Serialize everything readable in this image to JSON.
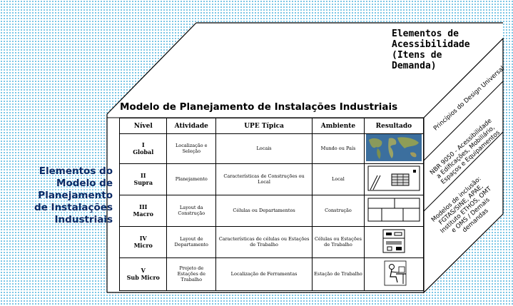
{
  "diagram": {
    "left_label_lines": [
      "Elementos do",
      "Modelo de",
      "Planejamento",
      "de Instalações",
      "Industriais"
    ],
    "accessibility_title_lines": [
      "Elementos de",
      "Acessibilidade",
      "(Itens de",
      "Demanda)"
    ],
    "model_title": "Modelo de Planejamento de Instalações Industriais",
    "side_items": [
      {
        "lines": [
          "Princípios do Design Universal"
        ]
      },
      {
        "lines": [
          "NBR 9050 - Acessibilidade",
          "a Edificações, Mobiliário,",
          "Espaços e Equipamentos"
        ]
      },
      {
        "lines": [
          "Modelos de inclusão:",
          "FGTAS/SINE, APAE,",
          "Instituto ETHOS, OMT",
          "e OMS / Demais",
          "demandas"
        ]
      }
    ],
    "table": {
      "headers": [
        "Nível",
        "Atividade",
        "UPE Típica",
        "Ambiente",
        "Resultado"
      ],
      "rows": [
        {
          "level_num": "I",
          "level_name": "Global",
          "atividade": "Localização e Seleção",
          "upe": "Locais",
          "ambiente": "Mundo ou País",
          "result_icon": "world-map-icon"
        },
        {
          "level_num": "II",
          "level_name": "Supra",
          "atividade": "Planejamento",
          "upe": "Características de Construções ou Local",
          "ambiente": "Local",
          "result_icon": "building-site-icon"
        },
        {
          "level_num": "III",
          "level_name": "Macro",
          "atividade": "Layout da Construção",
          "upe": "Células ou Departamentos",
          "ambiente": "Construção",
          "result_icon": "floor-plan-icon"
        },
        {
          "level_num": "IV",
          "level_name": "Micro",
          "atividade": "Layout de Departamento",
          "upe": "Características de células ou Estações de Trabalho",
          "ambiente": "Células ou Estações de Trabalho",
          "result_icon": "workstation-layout-icon"
        },
        {
          "level_num": "V",
          "level_name": "Sub Micro",
          "atividade": "Projeto de Estações de Trabalho",
          "upe": "Localização de Ferramentas",
          "ambiente": "Estação de Trabalho",
          "result_icon": "worker-at-desk-icon"
        }
      ]
    }
  }
}
